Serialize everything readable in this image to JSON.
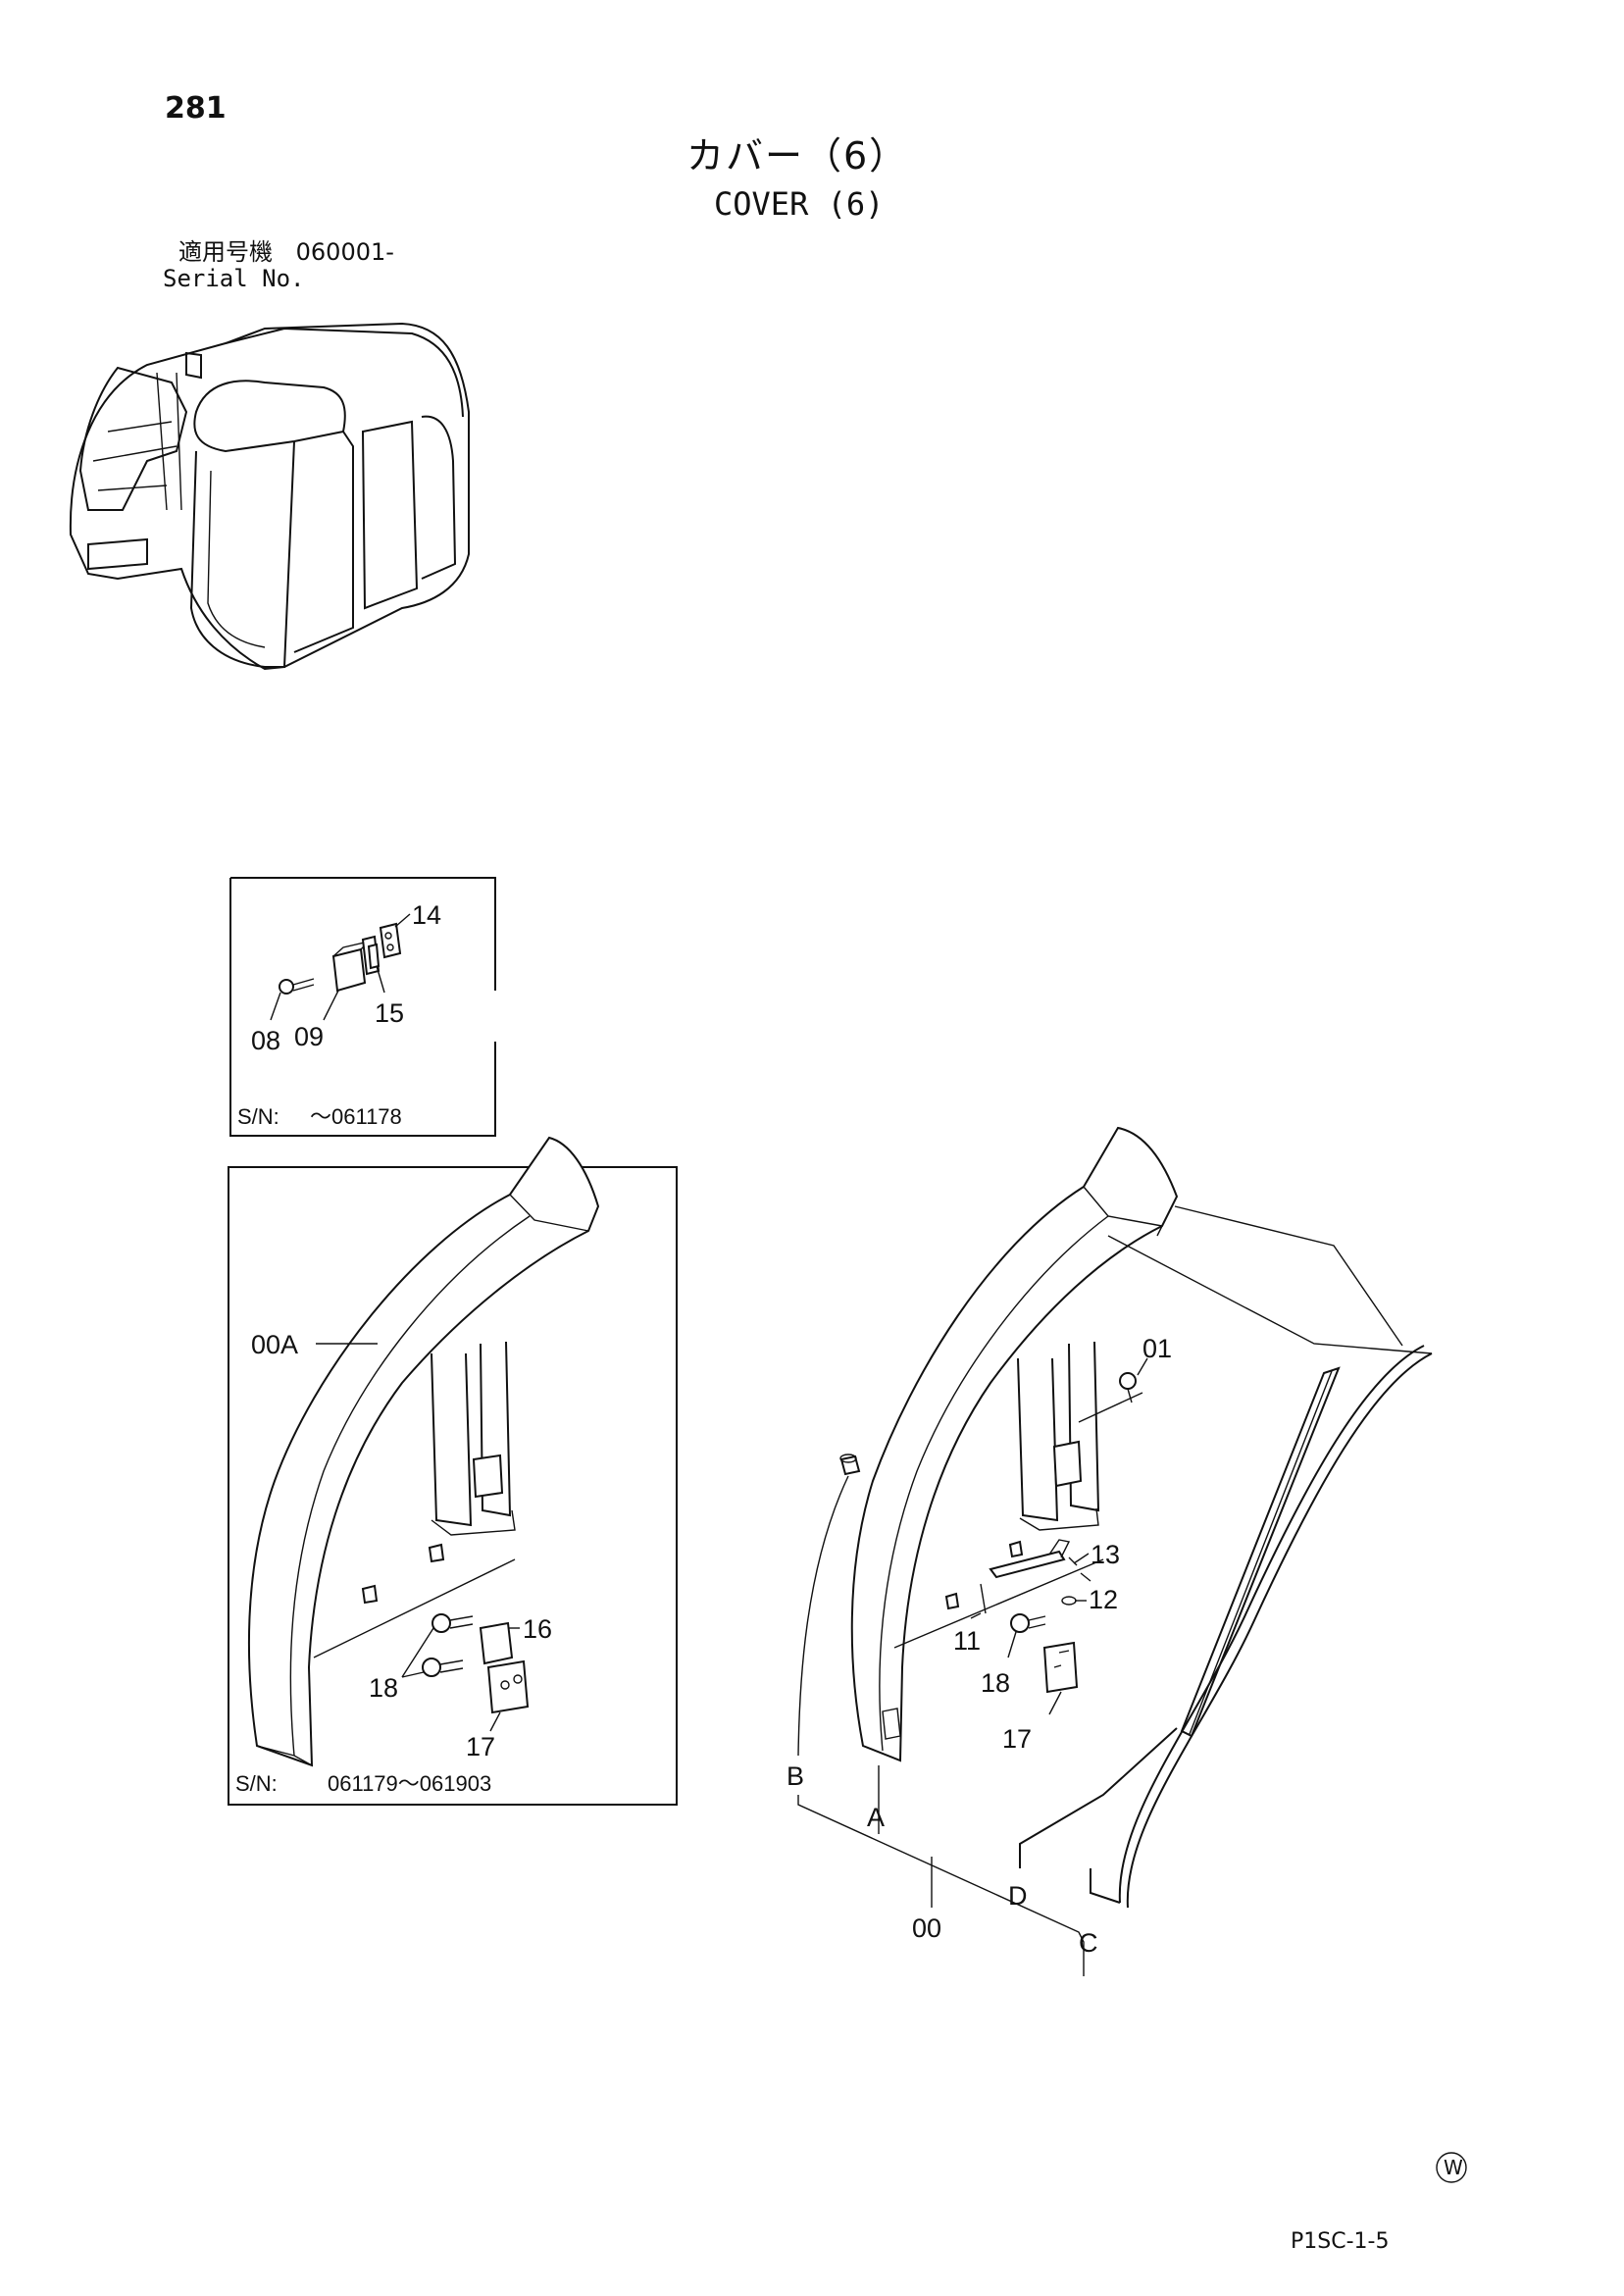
{
  "page_number": "281",
  "title_jp": "カバー（6）",
  "title_en": "COVER (6)",
  "serial": {
    "label_jp": "適用号機",
    "range": "060001-",
    "label_en": "Serial No."
  },
  "inset_top": {
    "sn_label": "S/N:",
    "sn_range": "～061178",
    "labels": [
      "14",
      "15",
      "08",
      "09"
    ]
  },
  "inset_mid": {
    "sn_label": "S/N:",
    "sn_range": "061179～061903",
    "labels": [
      "00A",
      "16",
      "18",
      "17"
    ]
  },
  "main_labels": [
    "01",
    "13",
    "12",
    "11",
    "18",
    "17",
    "B",
    "A",
    "D",
    "C",
    "00"
  ],
  "watermark_symbol": "W",
  "footer_code": "P1SC-1-5"
}
